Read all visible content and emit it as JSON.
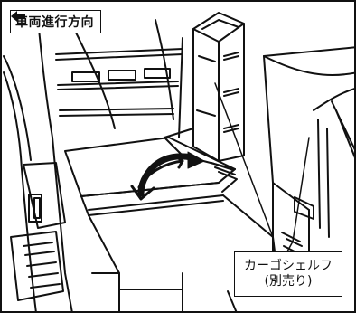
{
  "direction_label": {
    "text": "車両進行方向",
    "icon": "left-arrow-icon"
  },
  "callout": {
    "line1": "カーゴシェルフ",
    "line2": "(別売り)"
  },
  "colors": {
    "line": "#111111",
    "background": "#ffffff"
  }
}
